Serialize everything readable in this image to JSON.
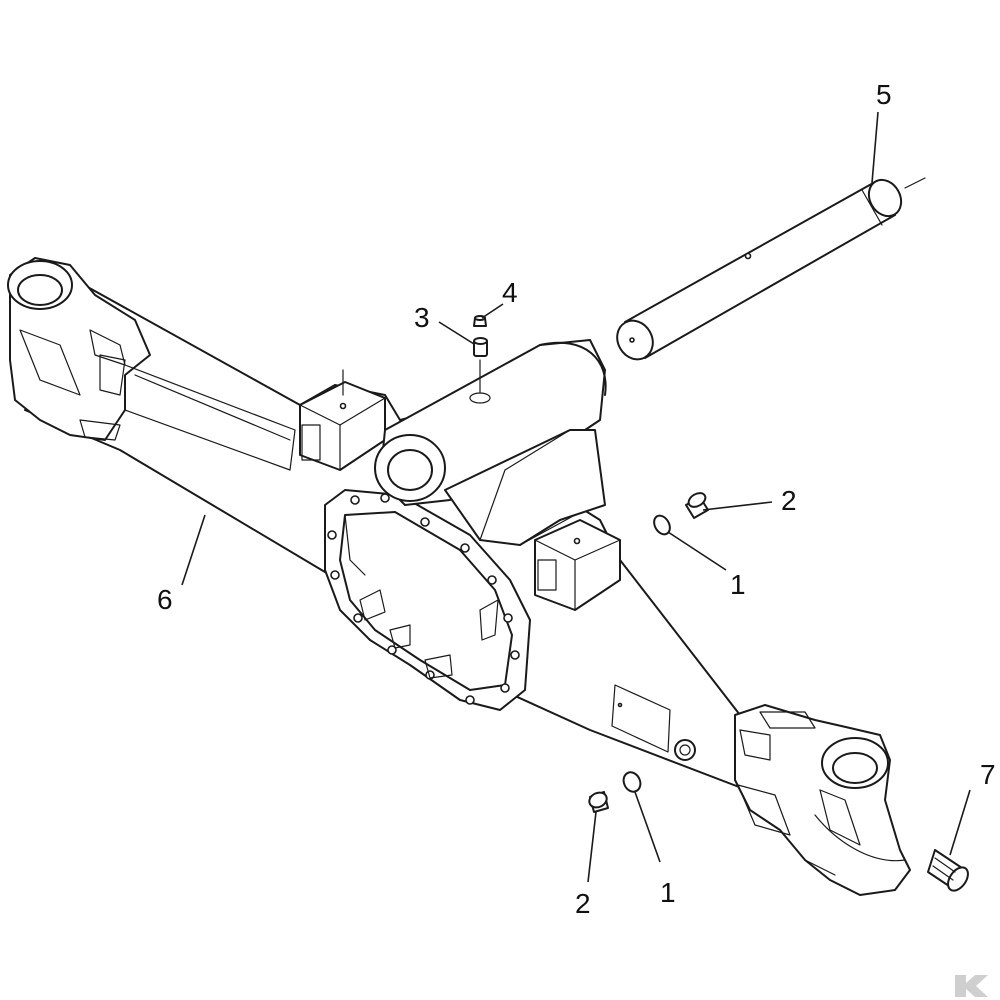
{
  "diagram": {
    "callouts": {
      "c1a": "1",
      "c1b": "1",
      "c2a": "2",
      "c2b": "2",
      "c3": "3",
      "c4": "4",
      "c5": "5",
      "c6": "6",
      "c7": "7"
    },
    "colors": {
      "line": "#1a1a1a",
      "background": "#ffffff",
      "logo": "#cfcfcf"
    },
    "icons": {
      "corner_logo": "brand-logo-icon"
    }
  }
}
